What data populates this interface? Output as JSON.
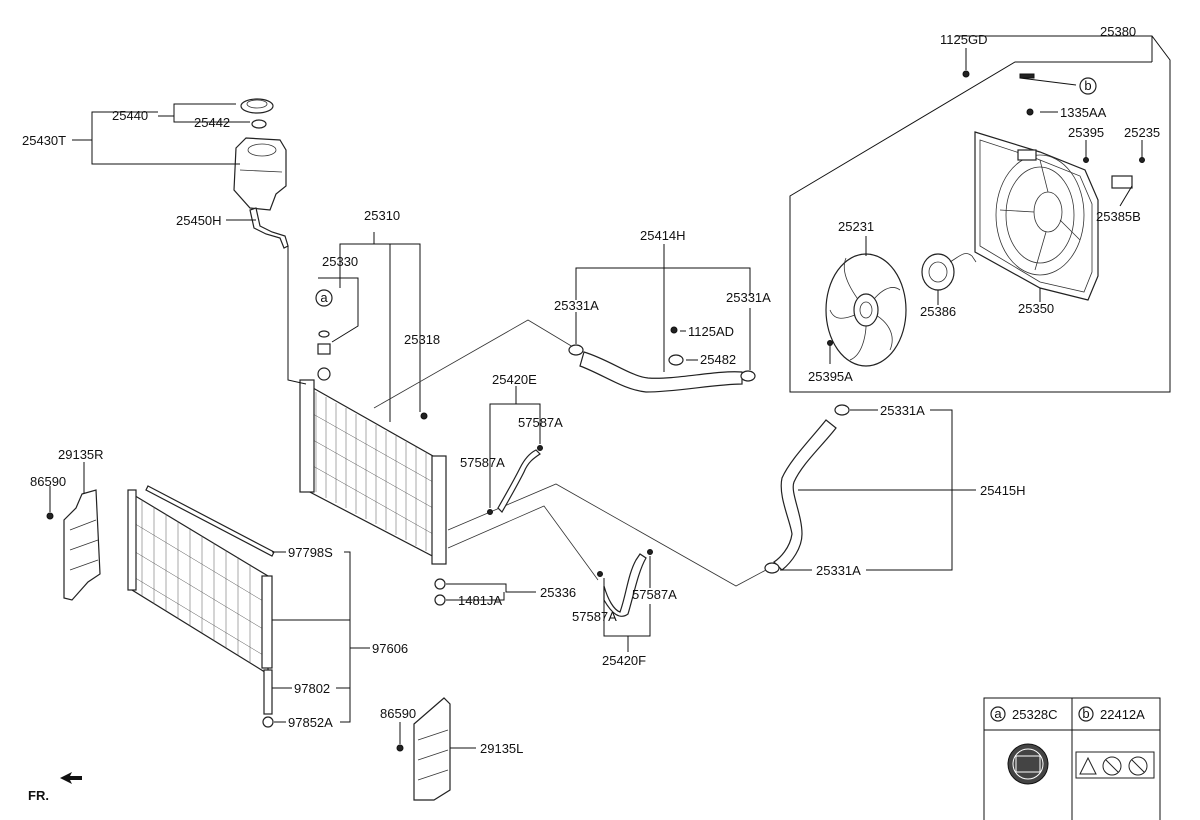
{
  "labels": {
    "p25380": "25380",
    "p1125GD": "1125GD",
    "p1335AA": "1335AA",
    "p25395_top": "25395",
    "p25235": "25235",
    "p25385B": "25385B",
    "p25231": "25231",
    "p25386": "25386",
    "p25350": "25350",
    "p25395A": "25395A",
    "p25440": "25440",
    "p25442": "25442",
    "p25430T": "25430T",
    "p25450H": "25450H",
    "p25310": "25310",
    "p25330": "25330",
    "p25318": "25318",
    "p25414H": "25414H",
    "p25331A_1": "25331A",
    "p25331A_2": "25331A",
    "p1125AD": "1125AD",
    "p25482": "25482",
    "p25420E": "25420E",
    "p57587A_1": "57587A",
    "p57587A_2": "57587A",
    "p25331A_3": "25331A",
    "p25415H": "25415H",
    "p25331A_4": "25331A",
    "p25336": "25336",
    "p1481JA": "1481JA",
    "p57587A_3": "57587A",
    "p57587A_4": "57587A",
    "p25420F": "25420F",
    "p29135R": "29135R",
    "p86590_1": "86590",
    "p97798S": "97798S",
    "p97606": "97606",
    "p97802": "97802",
    "p97852A": "97852A",
    "p86590_2": "86590",
    "p29135L": "29135L",
    "callout_a": "a",
    "callout_b": "b"
  },
  "legend": {
    "a_letter": "a",
    "a_part": "25328C",
    "b_letter": "b",
    "b_part": "22412A"
  },
  "orientation": {
    "label": "FR."
  }
}
